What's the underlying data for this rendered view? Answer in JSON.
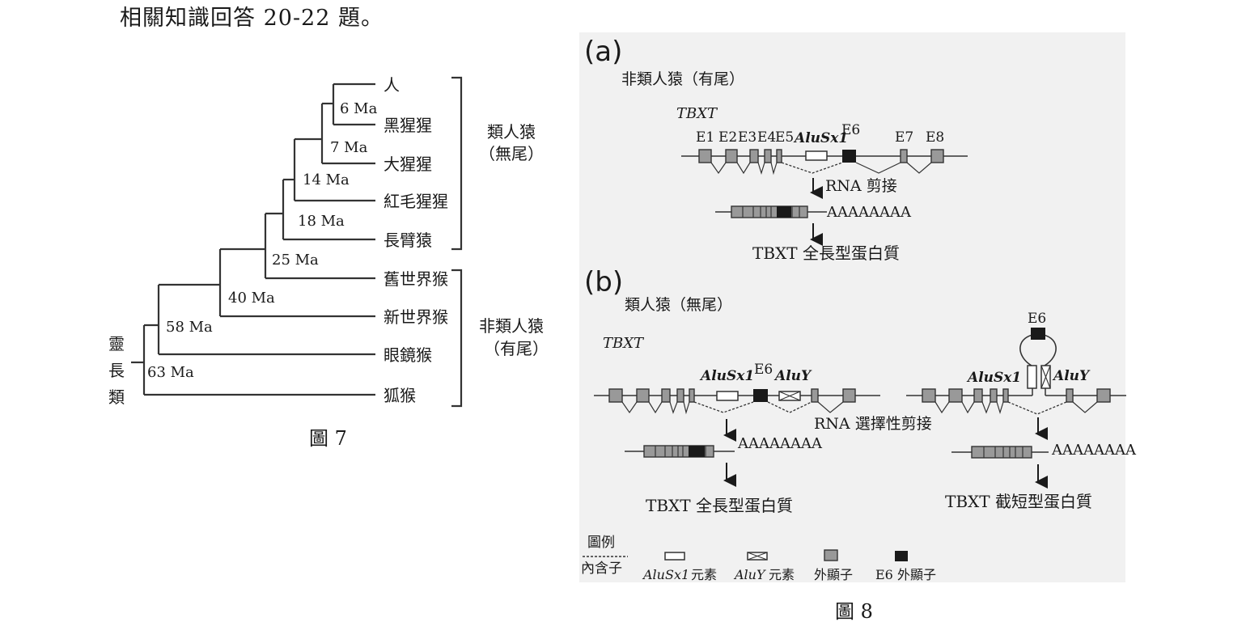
{
  "intro": "相關知識回答 20-22 題。",
  "fig7": {
    "caption": "圖 7",
    "taxa": [
      "人",
      "黑猩猩",
      "大猩猩",
      "紅毛猩猩",
      "長臂猿",
      "舊世界猴",
      "新世界猴",
      "眼鏡猴",
      "狐猴"
    ],
    "nodes": [
      "6 Ma",
      "7 Ma",
      "14 Ma",
      "18 Ma",
      "25 Ma",
      "40 Ma",
      "58 Ma",
      "63 Ma"
    ],
    "root_label": [
      "靈",
      "長",
      "類"
    ],
    "groups": [
      {
        "line1": "類人猿",
        "line2": "（無尾）"
      },
      {
        "line1": "非類人猿",
        "line2": "（有尾）"
      }
    ]
  },
  "fig8": {
    "caption": "圖 8",
    "panel_a": {
      "tag": "(a)",
      "title": "非類人猿（有尾）",
      "gene": "TBXT",
      "exons": [
        "E1",
        "E2",
        "E3",
        "E4",
        "E5",
        "E6",
        "E7",
        "E8"
      ],
      "alu": "AluSx1",
      "step": "RNA 剪接",
      "polya": "AAAAAAAA",
      "product": "TBXT 全長型蛋白質"
    },
    "panel_b": {
      "tag": "(b)",
      "title": "類人猿（無尾）",
      "gene": "TBXT",
      "alu1": "AluSx1",
      "alu2": "AluY",
      "e6": "E6",
      "step": "RNA 選擇性剪接",
      "polya": "AAAAAAAA",
      "product_full": "TBXT 全長型蛋白質",
      "product_short": "TBXT 截短型蛋白質"
    },
    "legend": {
      "title": "圖例",
      "items": [
        "內含子",
        "AluSx1",
        "元素",
        "AluY",
        "元素",
        "外顯子",
        "E6 外顯子"
      ]
    }
  }
}
